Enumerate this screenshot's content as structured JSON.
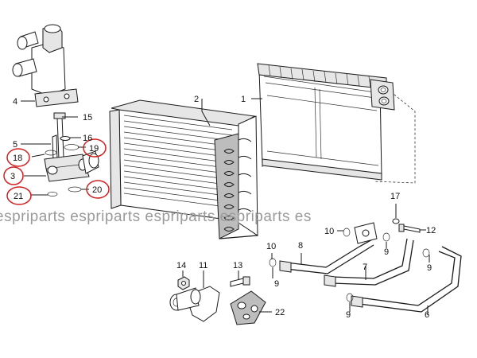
{
  "callouts": {
    "c1": "1",
    "c2": "2",
    "c3": "3",
    "c4": "4",
    "c5": "5",
    "c6": "6",
    "c7": "7",
    "c8": "8",
    "c9a": "9",
    "c9b": "9",
    "c9c": "9",
    "c9d": "9",
    "c10a": "10",
    "c10b": "10",
    "c11": "11",
    "c12": "12",
    "c13": "13",
    "c14": "14",
    "c15": "15",
    "c16": "16",
    "c17": "17",
    "c18": "18",
    "c19": "19",
    "c20": "20",
    "c21": "21",
    "c22": "22"
  },
  "highlighted_callouts": [
    "3",
    "18",
    "19",
    "20",
    "21"
  ],
  "watermark": "espriparts espriparts espriparts espriparts es",
  "colors": {
    "line": "#1a1a1a",
    "highlight": "#d02020",
    "watermark": "#9a9a9a"
  }
}
